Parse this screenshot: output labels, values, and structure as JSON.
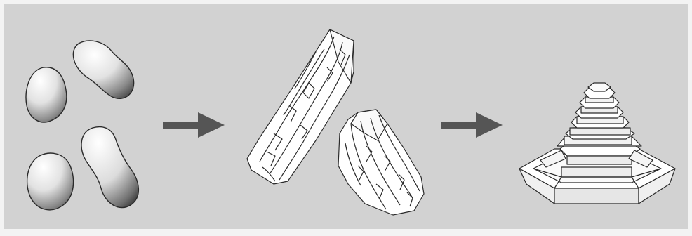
{
  "diagram": {
    "colors": {
      "panel": "#d2d2d2",
      "arrow": "#555555",
      "outline": "#2a2a2a",
      "crystal_fill": "#ffffff"
    },
    "stages": [
      {
        "id": "granules",
        "icon": "blob-shapes-icon"
      },
      {
        "id": "crystals",
        "icon": "striated-crystal-icon"
      },
      {
        "id": "terraced-crystal",
        "icon": "terraced-hexagonal-pyramid-icon"
      }
    ],
    "arrows": [
      {
        "from": "granules",
        "to": "crystals",
        "icon": "arrow-right-icon"
      },
      {
        "from": "crystals",
        "to": "terraced-crystal",
        "icon": "arrow-right-icon"
      }
    ]
  }
}
